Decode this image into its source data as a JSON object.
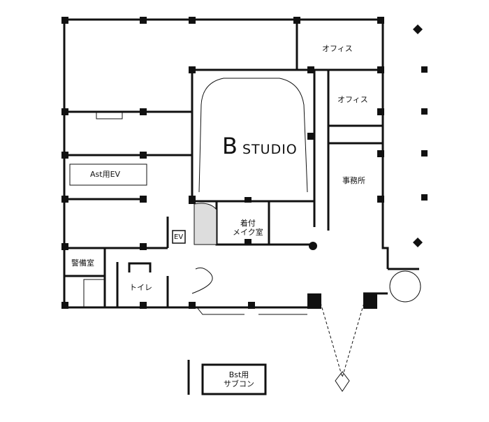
{
  "rooms": {
    "office_top": "オフィス",
    "office_mid": "オフィス",
    "studio_letter": "B",
    "studio_word": "STUDIO",
    "jimusho": "事務所",
    "ast_ev": "Ast用EV",
    "kitsuke_1": "着付",
    "kitsuke_2": "メイク室",
    "ev": "EV",
    "keibi": "警備室",
    "toilet": "トイレ",
    "subcon_1": "Bst用",
    "subcon_2": "サブコン"
  }
}
